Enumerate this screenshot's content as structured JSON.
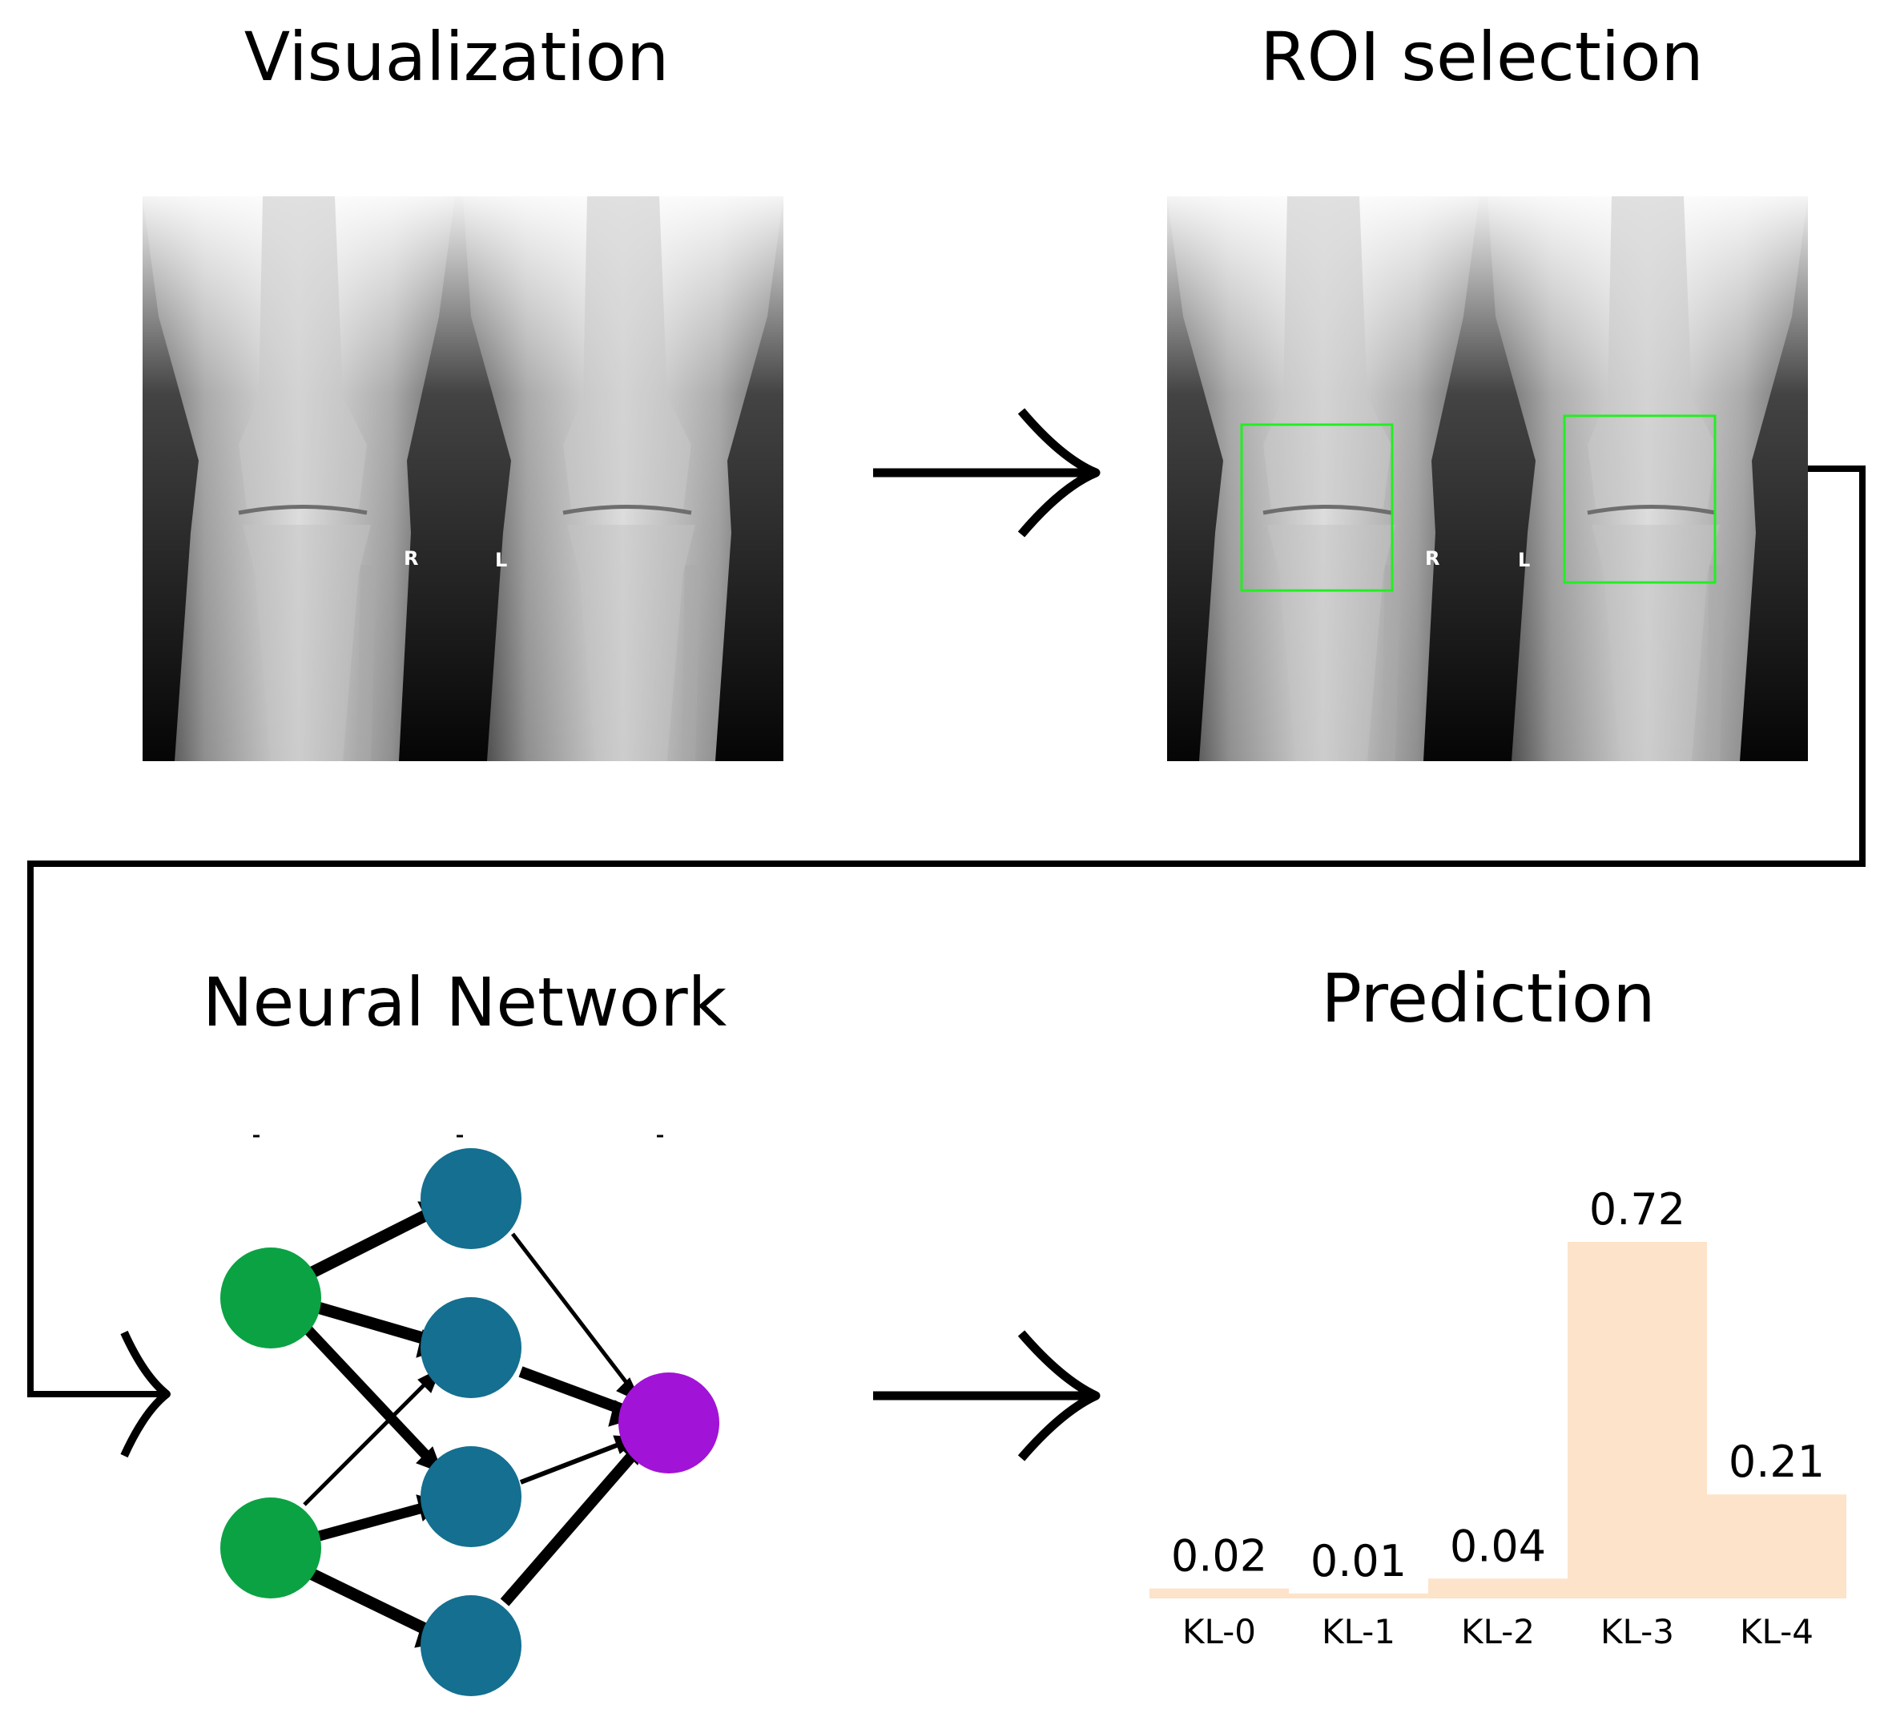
{
  "panels": {
    "visualization": {
      "title": "Visualization"
    },
    "roi_selection": {
      "title": "ROI selection"
    },
    "neural_network": {
      "title": "Neural Network"
    },
    "prediction": {
      "title": "Prediction"
    }
  },
  "xray": {
    "side_right_label": "R",
    "side_left_label": "L"
  },
  "colors": {
    "input_node": "#0ba244",
    "hidden_node": "#146f90",
    "output_node": "#a113d6",
    "roi_box": "#22ee22",
    "bar_fill": "#fde3c9",
    "arrow": "#000000"
  },
  "chart_data": {
    "type": "bar",
    "title": "Prediction",
    "categories": [
      "KL-0",
      "KL-1",
      "KL-2",
      "KL-3",
      "KL-4"
    ],
    "values": [
      0.02,
      0.01,
      0.04,
      0.72,
      0.21
    ],
    "value_labels": [
      "0.02",
      "0.01",
      "0.04",
      "0.72",
      "0.21"
    ],
    "ylim": [
      0,
      0.72
    ],
    "grid": false
  }
}
